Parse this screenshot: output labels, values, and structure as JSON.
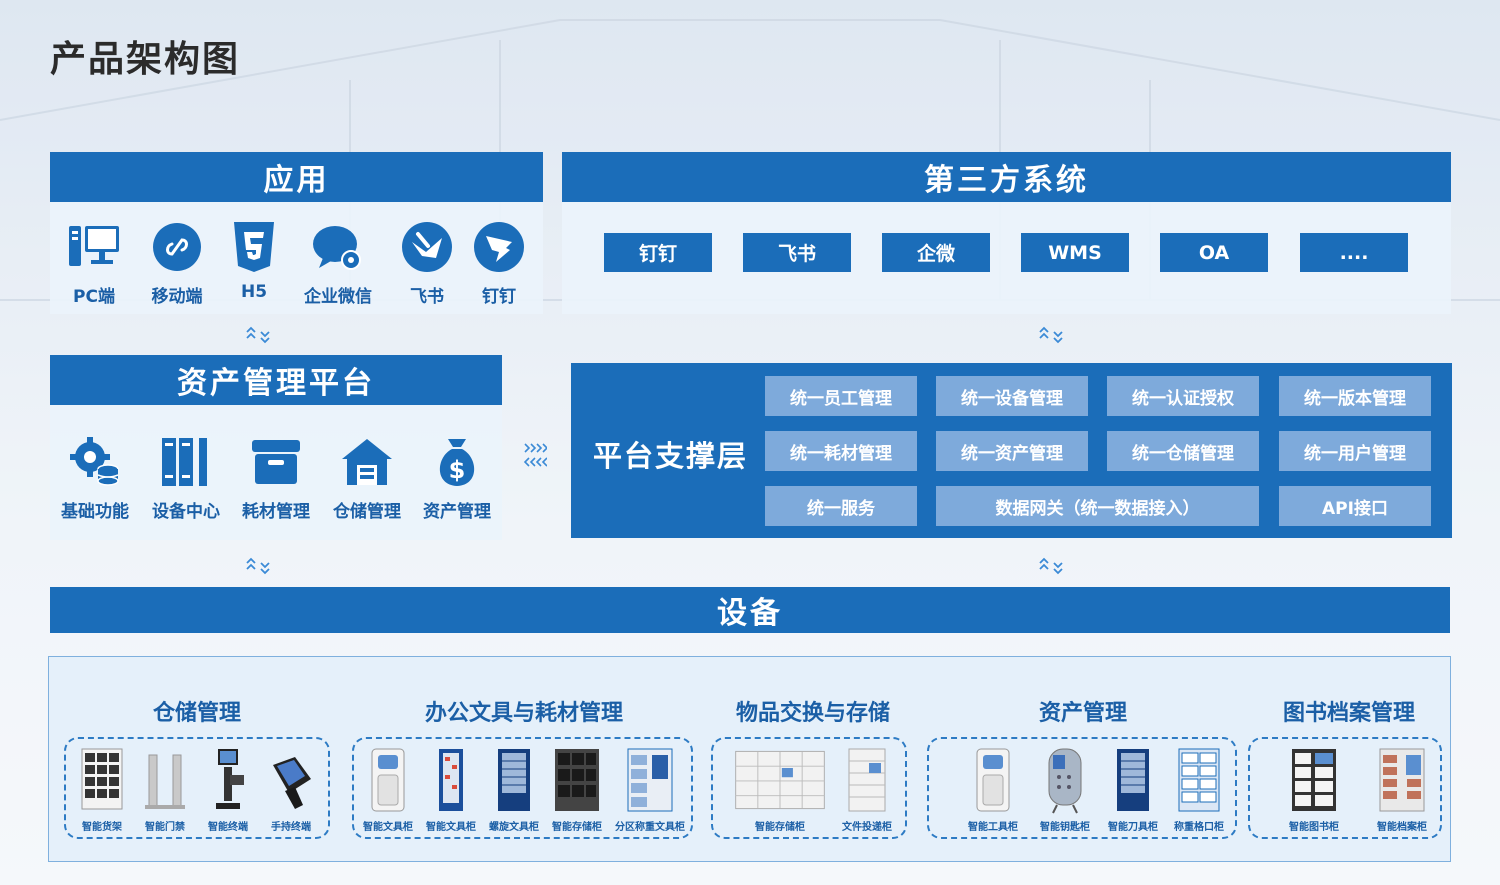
{
  "page_title": "产品架构图",
  "app_panel": {
    "title": "应用",
    "items": [
      {
        "label": "PC端",
        "icon": "pc-icon"
      },
      {
        "label": "移动端",
        "icon": "mobile-link-icon"
      },
      {
        "label": "H5",
        "icon": "html5-icon"
      },
      {
        "label": "企业微信",
        "icon": "wecom-icon"
      },
      {
        "label": "飞书",
        "icon": "feishu-icon"
      },
      {
        "label": "钉钉",
        "icon": "dingtalk-icon"
      }
    ]
  },
  "third_party_panel": {
    "title": "第三方系统",
    "items": [
      "钉钉",
      "飞书",
      "企微",
      "WMS",
      "OA",
      "...."
    ]
  },
  "asset_platform": {
    "title": "资产管理平台",
    "items": [
      {
        "label": "基础功能",
        "icon": "gear-database-icon"
      },
      {
        "label": "设备中心",
        "icon": "binders-icon"
      },
      {
        "label": "耗材管理",
        "icon": "box-icon"
      },
      {
        "label": "仓储管理",
        "icon": "warehouse-icon"
      },
      {
        "label": "资产管理",
        "icon": "money-bag-icon"
      }
    ]
  },
  "support_layer": {
    "title": "平台支撑层",
    "items": [
      "统一员工管理",
      "统一设备管理",
      "统一认证授权",
      "统一版本管理",
      "统一耗材管理",
      "统一资产管理",
      "统一仓储管理",
      "统一用户管理",
      "统一服务",
      "数据网关（统一数据接入）",
      "API接口"
    ]
  },
  "devices": {
    "title": "设备",
    "groups": [
      {
        "title": "仓储管理",
        "items": [
          "智能货架",
          "智能门禁",
          "智能终端",
          "手持终端"
        ]
      },
      {
        "title": "办公文具与耗材管理",
        "items": [
          "智能文具柜",
          "智能文具柜",
          "螺旋文具柜",
          "智能存储柜",
          "分区称重文具柜"
        ]
      },
      {
        "title": "物品交换与存储",
        "items": [
          "智能存储柜",
          "文件投递柜"
        ]
      },
      {
        "title": "资产管理",
        "items": [
          "智能工具柜",
          "智能钥匙柜",
          "智能刀具柜",
          "称重格口柜"
        ]
      },
      {
        "title": "图书档案管理",
        "items": [
          "智能图书柜",
          "智能档案柜"
        ]
      }
    ]
  },
  "colors": {
    "primary": "#1b6db9",
    "light_button": "#7eaadb",
    "panel_bg": "#ebf3fb",
    "text_blue": "#1b5fa6"
  }
}
